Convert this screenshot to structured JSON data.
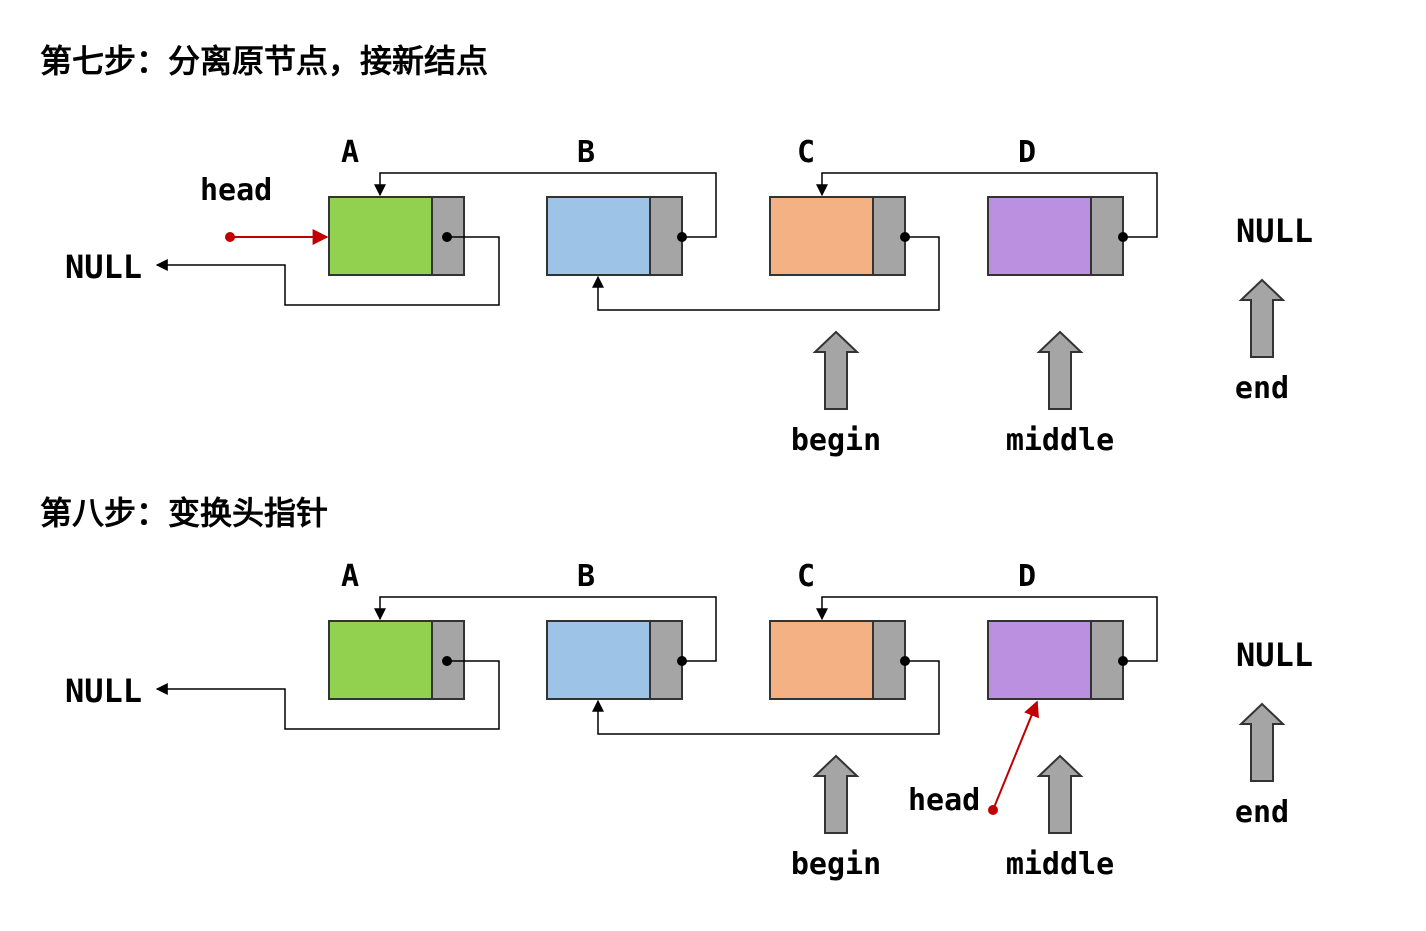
{
  "colors": {
    "node_a": "#92d050",
    "node_b": "#9dc3e6",
    "node_c": "#f4b183",
    "node_d": "#bb90e0",
    "next_cell": "#a5a5a5",
    "pointer_arrow_fill": "#a5a5a5",
    "head_pointer": "#c00000",
    "link_line": "#000000"
  },
  "icons": {
    "pointer_arrow": "up-arrow-icon",
    "link_dot": "dot-icon"
  },
  "step7": {
    "title": "第七步：分离原节点，接新结点",
    "nodes": [
      "A",
      "B",
      "C",
      "D"
    ],
    "null_left": "NULL",
    "null_right": "NULL",
    "head": "head",
    "begin": "begin",
    "middle": "middle",
    "end": "end"
  },
  "step8": {
    "title": "第八步：变换头指针",
    "nodes": [
      "A",
      "B",
      "C",
      "D"
    ],
    "null_left": "NULL",
    "null_right": "NULL",
    "head": "head",
    "begin": "begin",
    "middle": "middle",
    "end": "end"
  }
}
